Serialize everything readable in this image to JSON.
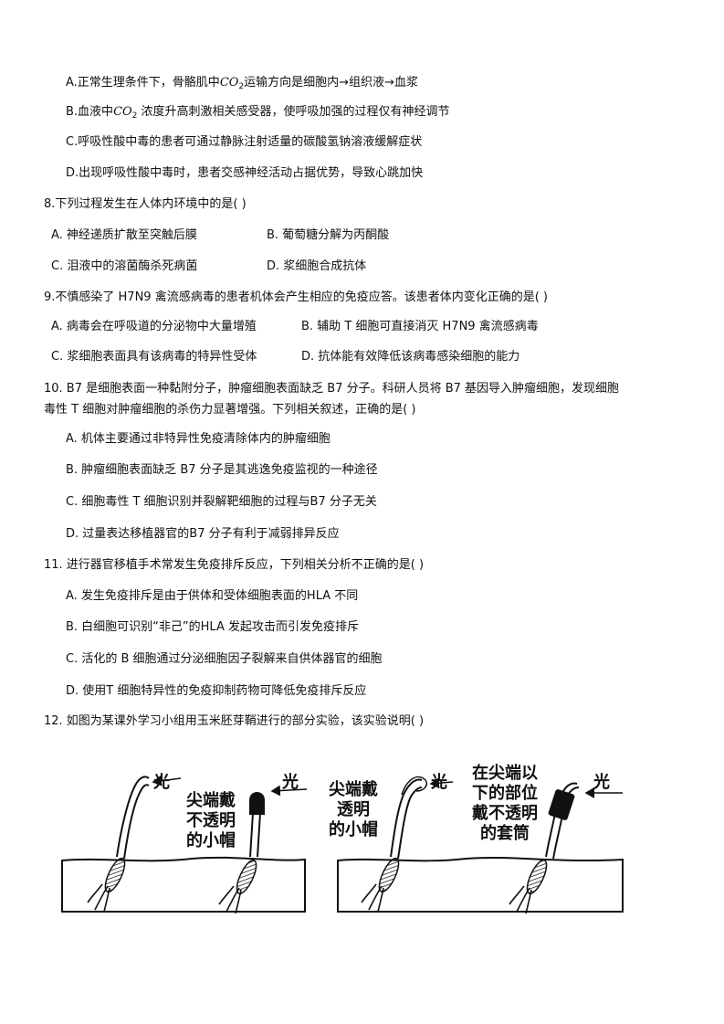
{
  "q7_options": {
    "a_pre": "A.正常生理条件下，骨骼肌中",
    "a_co": "CO",
    "a_sub": "2",
    "a_post": "运输方向是细胞内→组织液→血浆",
    "b_pre": "B.血液中",
    "b_co": "CO",
    "b_sub": "2",
    "b_post": " 浓度升高刺激相关感受器，使呼吸加强的过程仅有神经调节",
    "c": "C.呼吸性酸中毒的患者可通过静脉注射适量的碳酸氢钠溶液缓解症状",
    "d": "D.出现呼吸性酸中毒时，患者交感神经活动占据优势，导致心跳加快"
  },
  "q8": {
    "stem": "8.下列过程发生在人体内环境中的是(    )",
    "a": "A. 神经递质扩散至突触后膜",
    "b": "B. 葡萄糖分解为丙酮酸",
    "c": "C. 泪液中的溶菌酶杀死病菌",
    "d": "D. 浆细胞合成抗体"
  },
  "q9": {
    "stem": "9.不慎感染了 H7N9 禽流感病毒的患者机体会产生相应的免疫应答。该患者体内变化正确的是(    )",
    "a": "A. 病毒会在呼吸道的分泌物中大量增殖",
    "b": "B. 辅助 T 细胞可直接消灭 H7N9 禽流感病毒",
    "c": "C. 浆细胞表面具有该病毒的特异性受体",
    "d": "D. 抗体能有效降低该病毒感染细胞的能力"
  },
  "q10": {
    "stem1": "10. B7 是细胞表面一种黏附分子，肿瘤细胞表面缺乏 B7 分子。科研人员将 B7 基因导入肿瘤细胞，发现细胞",
    "stem2": "毒性 T 细胞对肿瘤细胞的杀伤力显著增强。下列相关叙述，正确的是(    )",
    "a": "A. 机体主要通过非特异性免疫清除体内的肿瘤细胞",
    "b": "B. 肿瘤细胞表面缺乏 B7 分子是其逃逸免疫监视的一种途径",
    "c": "C. 细胞毒性 T 细胞识别并裂解靶细胞的过程与B7 分子无关",
    "d": "D. 过量表达移植器官的B7 分子有利于减弱排异反应"
  },
  "q11": {
    "stem": "11. 进行器官移植手术常发生免疫排斥反应，下列相关分析不正确的是(    )",
    "a": "A. 发生免疫排斥是由于供体和受体细胞表面的HLA 不同",
    "b": "B. 白细胞可识别“非己”的HLA 发起攻击而引发免疫排斥",
    "c": "C. 活化的 B 细胞通过分泌细胞因子裂解来自供体器官的细胞",
    "d": "D. 使用T 细胞特异性的免疫抑制药物可降低免疫排斥反应"
  },
  "q12": {
    "stem": "12. 如图为某课外学习小组用玉米胚芽鞘进行的部分实验，该实验说明(    )"
  },
  "figure": {
    "light": "光",
    "label1_l1": "尖端戴",
    "label1_l2": "不透明",
    "label1_l3": "的小帽",
    "label2_l1": "尖端戴",
    "label2_l2": "透明",
    "label2_l3": "的小帽",
    "label3_l1": "在尖端以",
    "label3_l2": "下的部位",
    "label3_l3": "戴不透明",
    "label3_l4": "的套筒"
  }
}
